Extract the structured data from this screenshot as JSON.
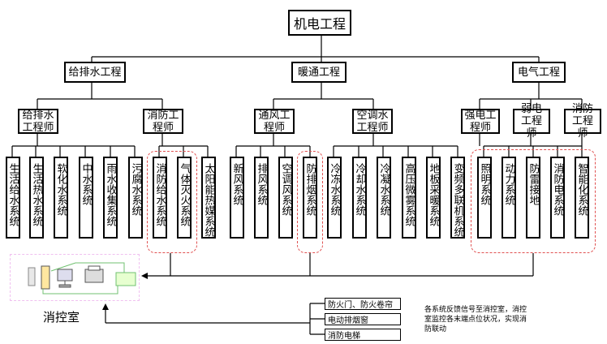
{
  "root": "机电工程",
  "level2": [
    "给排水工程",
    "暖通工程",
    "电气工程"
  ],
  "level3": [
    "给排水工程师",
    "消防工程师",
    "通风工程师",
    "空调水工程师",
    "强电工程师",
    "弱电工程师",
    "消防工程师"
  ],
  "leaves": [
    "生活给水系统",
    "生活热水系统",
    "软化水系统",
    "中水系统",
    "雨水收集系统",
    "污腐水系统",
    "消防给水系统",
    "气体灭火系统",
    "太阳能热媒系统",
    "新风系统",
    "排风系统",
    "空调风系统",
    "防排烟系统",
    "冷冻水系统",
    "冷却水系统",
    "冷凝水系统",
    "高压微雾系统",
    "地板采暖系统",
    "变频多联机系统",
    "照明系统",
    "动力系统",
    "防雷接地",
    "消防电系统",
    "智能化系统"
  ],
  "control_room": "消控室",
  "devices": [
    "防火门、防火卷帘",
    "电动排烟窗",
    "消防电梯"
  ],
  "note": "各系统反馈信号至消控室，消控室监控各末端点位状况，实现消防联动",
  "colors": {
    "highlight": "#e05050",
    "schematic": "#f0c0f0",
    "device_green": "#70c070"
  }
}
